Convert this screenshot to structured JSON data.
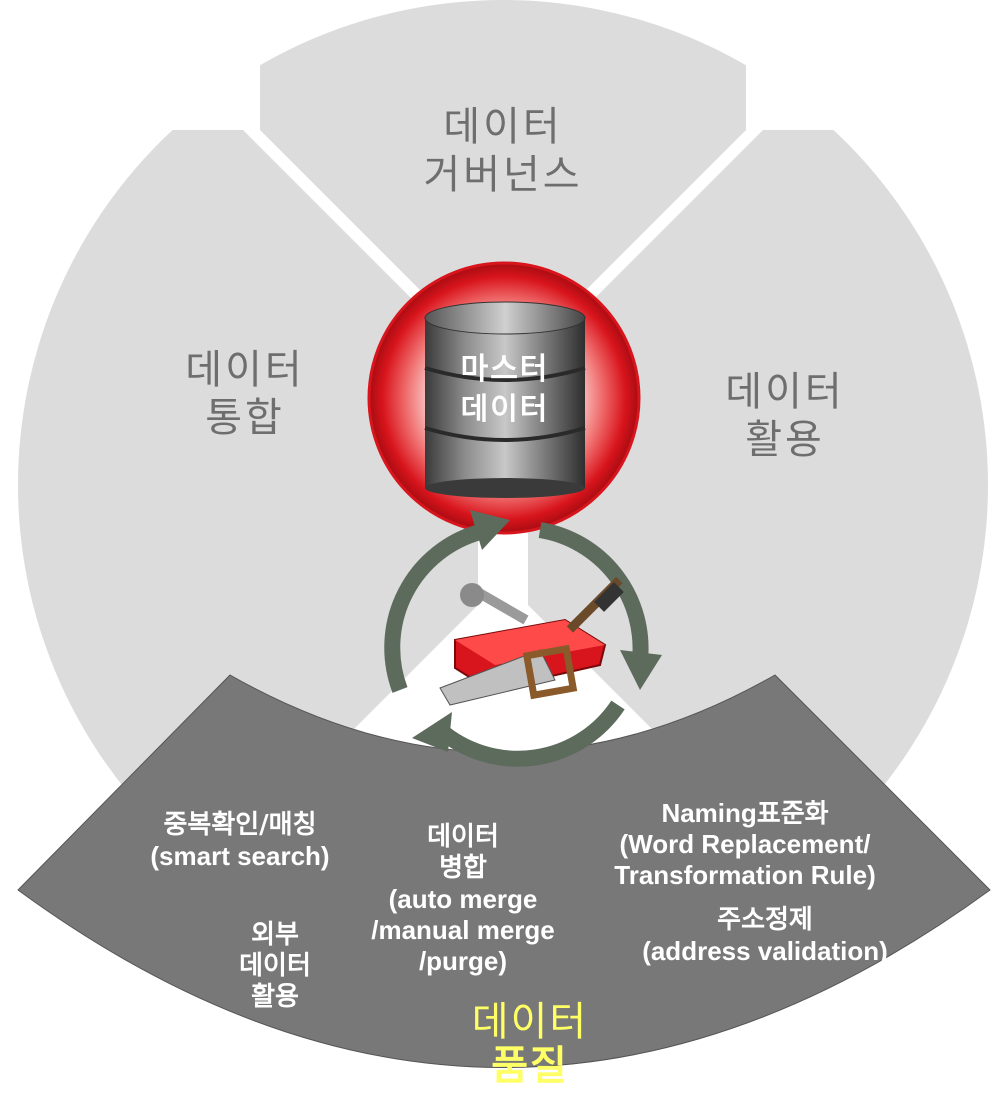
{
  "quadrants": {
    "top": {
      "line1": "데이터",
      "line2": "거버넌스"
    },
    "left": {
      "line1": "데이터",
      "line2": "통합"
    },
    "right": {
      "line1": "데이터",
      "line2": "활용"
    }
  },
  "center": {
    "line1": "마스터",
    "line2": "데이터"
  },
  "quality": {
    "title_line1": "데이터",
    "title_line2": "품질",
    "dedup": {
      "line1": "중복확인/매칭",
      "line2": "(smart search)"
    },
    "external": {
      "line1": "외부",
      "line2": "데이터",
      "line3": "활용"
    },
    "merge": {
      "line1": "데이터",
      "line2": "병합",
      "line3": "(auto merge",
      "line4": "/manual merge",
      "line5": "/purge)"
    },
    "naming": {
      "line1": "Naming표준화",
      "line2": "(Word Replacement/",
      "line3": "Transformation Rule)"
    },
    "address": {
      "line1": "주소정제",
      "line2": "(address validation)"
    }
  },
  "colors": {
    "quadrant_fill": "#dcdcdc",
    "quality_fill": "#787878",
    "center_red": "#d8141c",
    "arrow": "#5d6b5d",
    "highlight_text": "#ffff66"
  },
  "icons": [
    "database-icon",
    "toolbox-icon",
    "cycle-arrows-icon"
  ]
}
